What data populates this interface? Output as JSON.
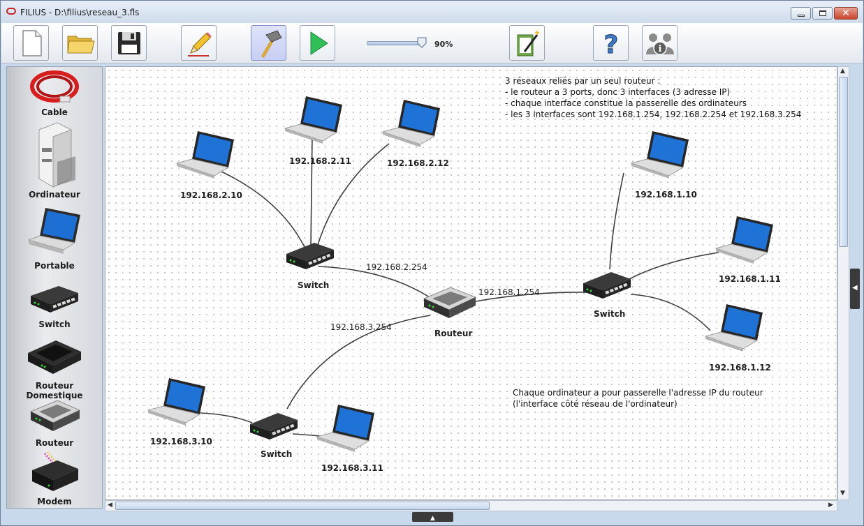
{
  "window": {
    "title": "FILIUS - D:\\filius\\reseau_3.fls"
  },
  "toolbar": {
    "zoom": 90,
    "zoom_label": "90%"
  },
  "sidebar": {
    "items": [
      {
        "label": "Cable",
        "icon": "cable-icon"
      },
      {
        "label": "Ordinateur",
        "icon": "computer-icon"
      },
      {
        "label": "Portable",
        "icon": "laptop-icon"
      },
      {
        "label": "Switch",
        "icon": "switch-icon"
      },
      {
        "label": "Routeur Domestique",
        "icon": "home-router-icon"
      },
      {
        "label": "Routeur",
        "icon": "router-icon"
      },
      {
        "label": "Modem",
        "icon": "modem-icon"
      }
    ]
  },
  "canvas": {
    "nodes": {
      "laptop_2_10": "192.168.2.10",
      "laptop_2_11": "192.168.2.11",
      "laptop_2_12": "192.168.2.12",
      "laptop_1_10": "192.168.1.10",
      "laptop_1_11": "192.168.1.11",
      "laptop_1_12": "192.168.1.12",
      "laptop_3_10": "192.168.3.10",
      "laptop_3_11": "192.168.3.11",
      "switch_2": "Switch",
      "switch_1": "Switch",
      "switch_3": "Switch",
      "router": "Routeur"
    },
    "links": {
      "router_if2": "192.168.2.254",
      "router_if1": "192.168.1.254",
      "router_if3": "192.168.3.254"
    },
    "note_top": [
      "3 réseaux reliés par un seul routeur :",
      "- le routeur a 3 ports, donc 3 interfaces (3 adresse IP)",
      "- chaque interface constitue la passerelle des ordinateurs",
      "- les 3 interfaces sont 192.168.1.254, 192.168.2.254 et 192.168.3.254"
    ],
    "note_bottom": [
      "Chaque ordinateur a pour passerelle l'adresse IP du routeur",
      "(l'interface côté réseau de l'ordinateur)"
    ]
  }
}
